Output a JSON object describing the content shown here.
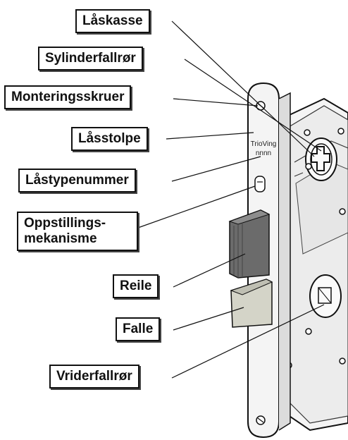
{
  "labels": {
    "laaskasse": "Låskasse",
    "sylinderfallror": "Sylinderfallrør",
    "monteringsskruer": "Monteringsskruer",
    "laasstolpe": "Låsstolpe",
    "laastypenummer": "Låstypenummer",
    "oppstillingsmekanisme_line1": "Oppstillings-",
    "oppstillingsmekanisme_line2": "mekanisme",
    "reile": "Reile",
    "falle": "Falle",
    "vriderfallror": "Vriderfallrør"
  },
  "plate_marking": {
    "line1": "TrioVing",
    "line2": "nnnn"
  },
  "colors": {
    "line": "#111111",
    "metal": "#f4f4f4",
    "metal_shade": "#d9d9d9",
    "bolt": "#6b6b6b",
    "latch": "#d4d4c8"
  }
}
